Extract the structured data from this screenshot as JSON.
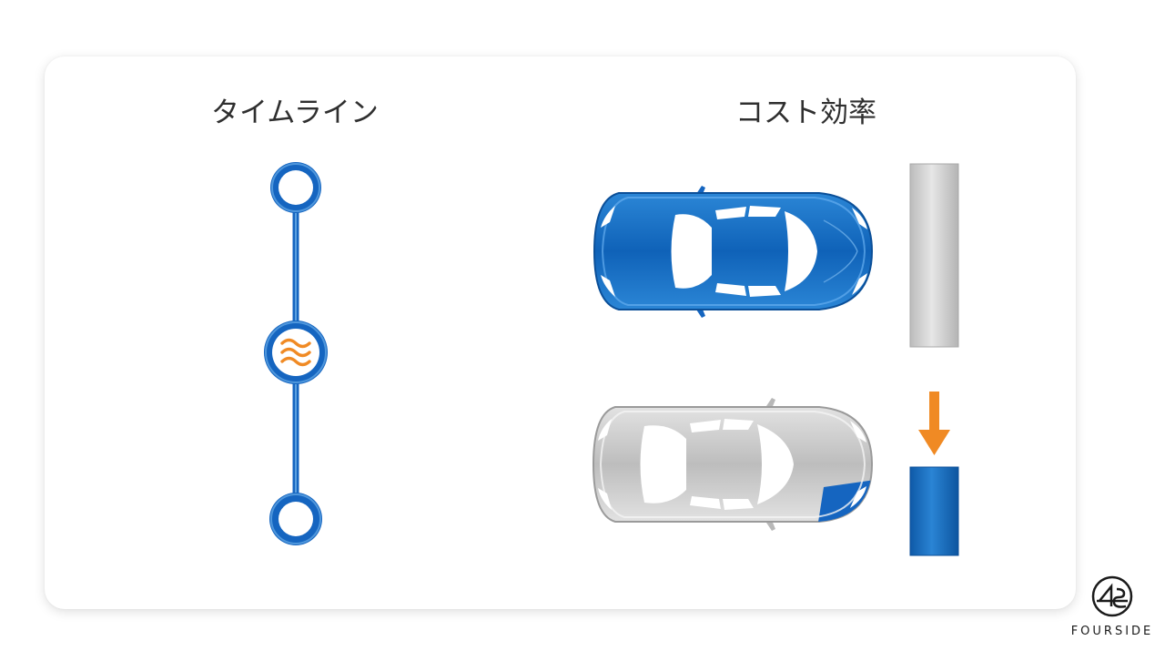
{
  "headings": {
    "timeline": "タイムライン",
    "cost_efficiency": "コスト効率"
  },
  "timeline": {
    "node_count": 3,
    "middle_node_icon": "wave-icon"
  },
  "cost_comparison": {
    "rows": [
      {
        "car": "car-full-repaint",
        "car_color": "blue",
        "bar_color": "gray"
      },
      {
        "car": "car-partial-repair",
        "car_color": "gray",
        "repaired_part_color": "blue",
        "bar_color": "blue",
        "indicator": "arrow-down-icon"
      }
    ]
  },
  "colors": {
    "accent_blue": "#1368c0",
    "accent_orange": "#f08a24",
    "neutral_gray": "#cfcfcf",
    "text": "#2f2f2f"
  },
  "brand": {
    "name": "FOURSIDE"
  }
}
